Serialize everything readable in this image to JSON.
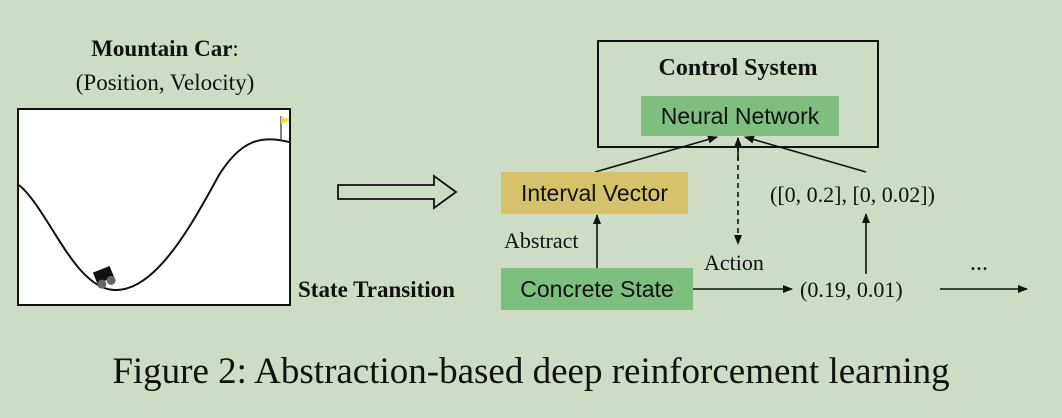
{
  "left_panel": {
    "title": "Mountain Car",
    "title_suffix": ":",
    "subtitle": "(Position, Velocity)"
  },
  "control_system": {
    "title": "Control System",
    "network_label": "Neural Network"
  },
  "nodes": {
    "interval_vector": "Interval Vector",
    "concrete_state": "Concrete State",
    "state_transition": "State Transition"
  },
  "edge_labels": {
    "abstract": "Abstract",
    "action": "Action"
  },
  "values": {
    "interval": "([0, 0.2], [0, 0.02])",
    "next_state": "(0.19, 0.01)",
    "ellipsis": "..."
  },
  "caption": "Figure 2: Abstraction-based deep reinforcement learning",
  "colors": {
    "background": "#cddcc4",
    "green_box": "#7ebf80",
    "yellow_box": "#d6c26b",
    "flag": "#e8e23a"
  }
}
